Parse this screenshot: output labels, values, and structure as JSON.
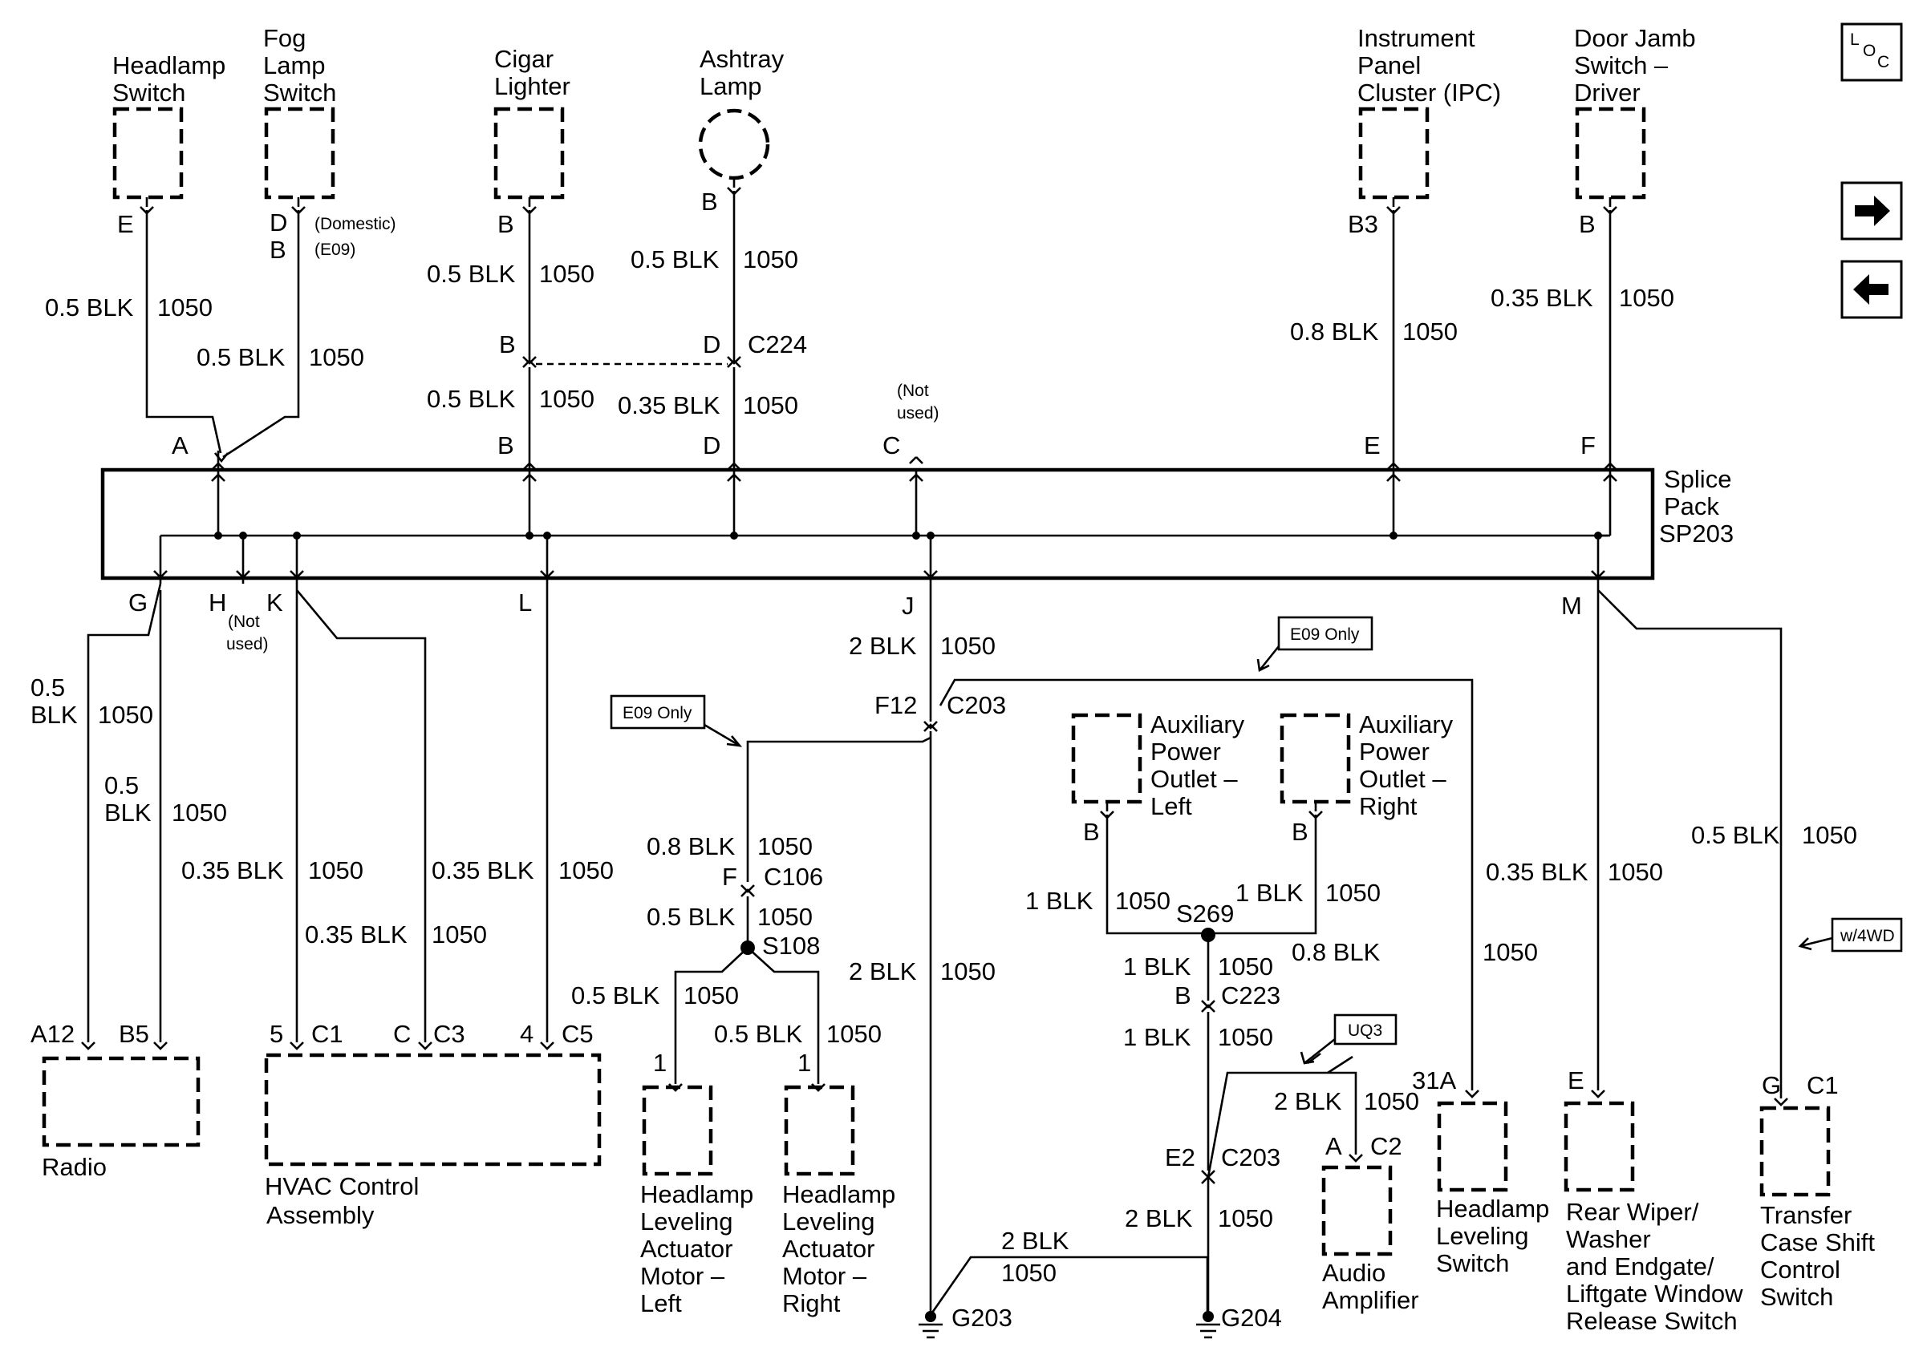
{
  "components_top": {
    "headlamp_switch": [
      "Headlamp",
      "Switch"
    ],
    "fog_lamp_switch": [
      "Fog",
      "Lamp",
      "Switch"
    ],
    "cigar_lighter": [
      "Cigar",
      "Lighter"
    ],
    "ashtray_lamp": [
      "Ashtray",
      "Lamp"
    ],
    "ipc": [
      "Instrument",
      "Panel",
      "Cluster (IPC)"
    ],
    "door_jamb": [
      "Door Jamb",
      "Switch –",
      "Driver"
    ]
  },
  "top_pins": {
    "headlamp": "E",
    "fog_d": "D",
    "fog_b": "B",
    "fog_note1": "(Domestic)",
    "fog_note2": "(E09)",
    "cigar": "B",
    "ashtray": "B",
    "ipc": "B3",
    "door": "B"
  },
  "wire_labels": {
    "w_headlamp": "0.5 BLK",
    "w_fog": "0.5 BLK",
    "w_cigar_top": "0.5 BLK",
    "w_ash_top": "0.5 BLK",
    "w_cigar_bot": "0.5 BLK",
    "w_ash_bot": "0.35 BLK",
    "w_ipc": "0.8 BLK",
    "w_door": "0.35 BLK",
    "circuit": "1050",
    "w_j": "2 BLK",
    "w_g_1": "0.5",
    "w_g_2": "BLK",
    "w_h_1": "0.5",
    "w_h_2": "BLK",
    "w_k": "0.35 BLK",
    "w_k2": "0.35 BLK",
    "w_l": "0.35 BLK",
    "w_c106_top": "0.8 BLK",
    "w_c106_bot": "0.5 BLK",
    "w_act_l": "0.5 BLK",
    "w_act_r": "0.5 BLK",
    "w_ground_main": "2 BLK",
    "w_aux_l": "1 BLK",
    "w_aux_r": "1 BLK",
    "w_s269": "1 BLK",
    "w_c223": "1 BLK",
    "w_audio": "2 BLK",
    "w_g204": "2 BLK",
    "w_g203": "2 BLK",
    "w_lev_sw": "0.8 BLK",
    "w_wiper": "0.35 BLK",
    "w_transfer": "0.5 BLK"
  },
  "connectors": {
    "c224": "C224",
    "c224_pin_b": "B",
    "c224_pin_d": "D",
    "sp_a": "A",
    "sp_b": "B",
    "sp_d": "D",
    "sp_c": "C",
    "sp_c_note1": "(Not",
    "sp_c_note2": "used)",
    "sp_e": "E",
    "sp_f": "F",
    "sp_g": "G",
    "sp_h": "H",
    "sp_h_note1": "(Not",
    "sp_h_note2": "used)",
    "sp_k": "K",
    "sp_l": "L",
    "sp_j": "J",
    "sp_m": "M",
    "c203_pin": "F12",
    "c203": "C203",
    "c106_pin": "F",
    "c106": "C106",
    "s108": "S108",
    "s269": "S269",
    "c223_pin": "B",
    "c223": "C223",
    "e2": "E2",
    "c203b": "C203",
    "g203": "G203",
    "g204": "G204"
  },
  "splice_pack": [
    "Splice",
    "Pack",
    "SP203"
  ],
  "tags": {
    "e09_a": "E09 Only",
    "e09_b": "E09 Only",
    "uq3": "UQ3",
    "w4wd": "w/4WD"
  },
  "bottom_pins": {
    "radio_a12": "A12",
    "radio_b5": "B5",
    "hvac_5": "5",
    "hvac_c1": "C1",
    "hvac_c": "C",
    "hvac_c3": "C3",
    "hvac_4": "4",
    "hvac_c5": "C5",
    "act_l": "1",
    "act_r": "1",
    "aux_l": "B",
    "aux_r": "B",
    "audio_a": "A",
    "audio_c2": "C2",
    "lev_31a": "31A",
    "wiper_e": "E",
    "tc_g": "G",
    "tc_c1": "C1"
  },
  "components_bottom": {
    "radio": [
      "Radio"
    ],
    "hvac": [
      "HVAC Control",
      "Assembly"
    ],
    "act_left": [
      "Headlamp",
      "Leveling",
      "Actuator",
      "Motor –",
      "Left"
    ],
    "act_right": [
      "Headlamp",
      "Leveling",
      "Actuator",
      "Motor –",
      "Right"
    ],
    "aux_left": [
      "Auxiliary",
      "Power",
      "Outlet –",
      "Left"
    ],
    "aux_right": [
      "Auxiliary",
      "Power",
      "Outlet –",
      "Right"
    ],
    "audio_amp": [
      "Audio",
      "Amplifier"
    ],
    "lev_switch": [
      "Headlamp",
      "Leveling",
      "Switch"
    ],
    "wiper": [
      "Rear Wiper/",
      "Washer",
      "and Endgate/",
      "Liftgate Window",
      "Release Switch"
    ],
    "transfer": [
      "Transfer",
      "Case Shift",
      "Control",
      "Switch"
    ]
  },
  "nav": {
    "loc_l": "L",
    "loc_o": "O",
    "loc_c": "C",
    "fwd": "forward-arrow-icon",
    "back": "back-arrow-icon"
  }
}
